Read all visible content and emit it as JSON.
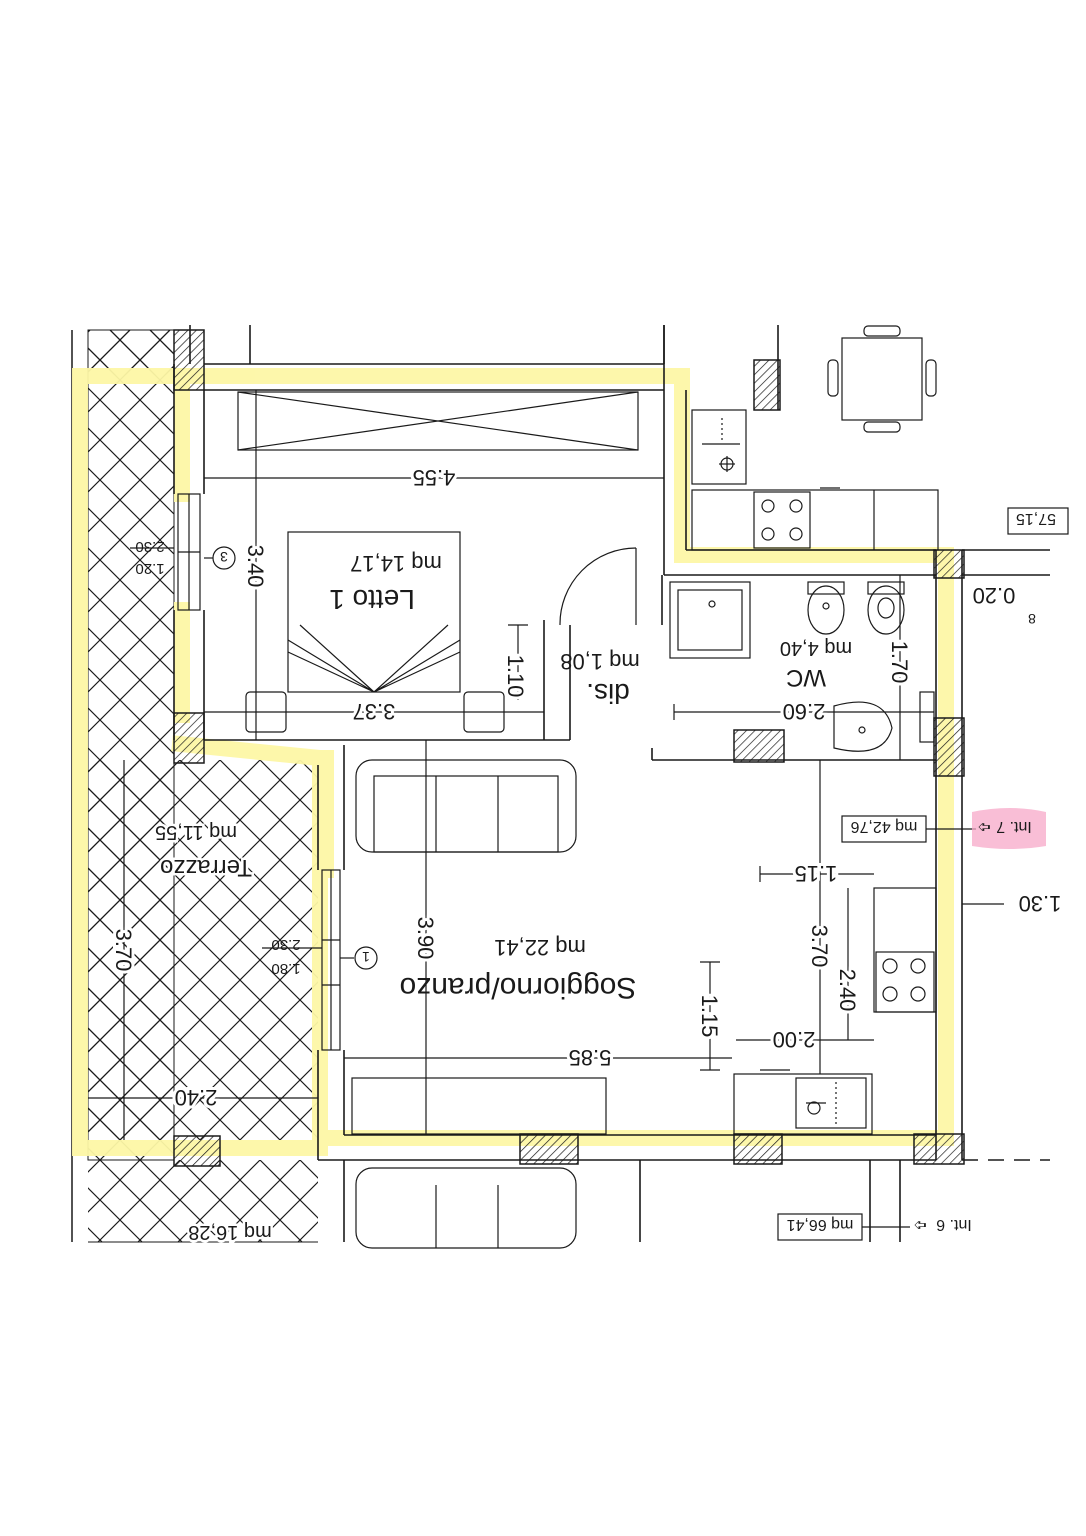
{
  "colors": {
    "highlight": "#fdf7a6",
    "line": "#1a1a1a",
    "hatch_fill": "#ffffff",
    "unit_marker": "#f7a8c8"
  },
  "rooms": {
    "letto": {
      "name": "Letto 1",
      "area": "mq 14,17"
    },
    "dis": {
      "name": "dis.",
      "area": "mq 1,08"
    },
    "wc": {
      "name": "WC",
      "area": "mq 4,40"
    },
    "soggiorno": {
      "name": "Soggiorno/pranzo",
      "area": "mq 22,41"
    },
    "terrazzo": {
      "name": "Terrazzo",
      "area": "mq 11,55"
    },
    "terrazzo_lower": {
      "area": "mq 16,28"
    }
  },
  "units": {
    "int7": {
      "label": "Int. 7",
      "area": "mq 42,76"
    },
    "int6": {
      "label": "Int. 6",
      "area": "mq 66,41"
    },
    "top_right_area": "57,15",
    "right_number": "8"
  },
  "windows": {
    "w3": {
      "id": "3",
      "h1": "2.30",
      "h2": "1.20"
    },
    "w1": {
      "id": "1",
      "h1": "2.30",
      "h2": "1.80"
    }
  },
  "dimensions": {
    "d_455": "4.55",
    "d_340": "3.40",
    "d_337": "3.37",
    "d_110": "1.10",
    "d_390": "3.90",
    "d_585": "5.85",
    "d_115a": "1.15",
    "d_115b": "1.15",
    "d_370a": "3.70",
    "d_370b": "3.70",
    "d_240a": "2.40",
    "d_240b": "2.40",
    "d_200": "2.00",
    "d_260": "2.60",
    "d_170": "1.70",
    "d_020": "0.20",
    "d_130": "1.30"
  }
}
